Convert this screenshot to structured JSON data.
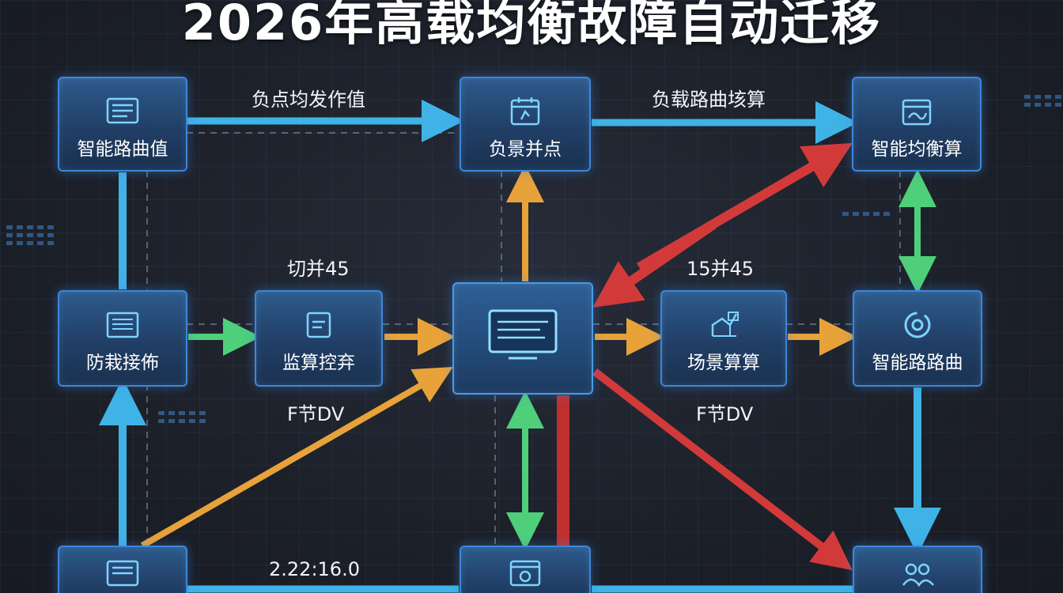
{
  "title": "2026年高载均衡故障自动迁移",
  "nodes": {
    "top_left": "智能路曲值",
    "top_mid": "负景并点",
    "top_right": "智能均衡算",
    "mid_left": "防栽接佈",
    "mid_monitor": "监算控弃",
    "mid_center": "",
    "mid_scene": "场景算算",
    "mid_right": "智能路路曲",
    "bottom_left": "",
    "bottom_mid": "",
    "bottom_right": ""
  },
  "edge_labels": {
    "top_left_mid": "负点均发作值",
    "top_mid_right": "负载路曲垓算",
    "mid_left_upper": "切并45",
    "mid_right_upper": "15并45",
    "mid_left_lower": "F节DV",
    "mid_right_lower": "F节DV",
    "bottom_left_mid": "2.22:16.0"
  },
  "colors": {
    "blue": "#3fb3e6",
    "green": "#4fcf7a",
    "orange": "#e8a23a",
    "red": "#d23a3a",
    "node_border": "#3d86d9",
    "background": "#1b1f29"
  }
}
